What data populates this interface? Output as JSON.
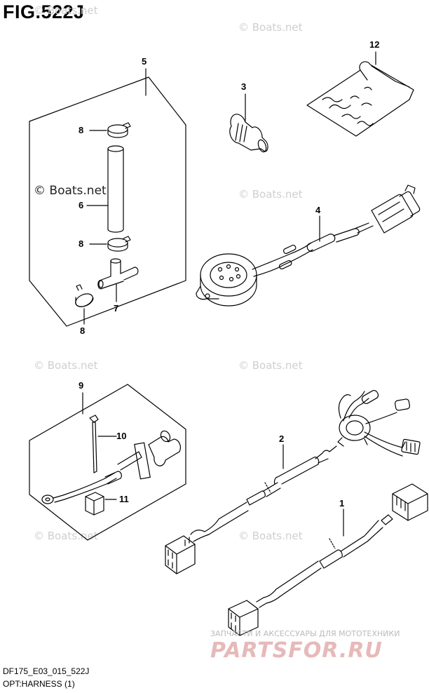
{
  "title": "FIG.522J",
  "watermark": "© Boats.net",
  "callouts": [
    "1",
    "2",
    "3",
    "4",
    "5",
    "6",
    "7",
    "8",
    "9",
    "10",
    "11",
    "12"
  ],
  "footer": {
    "code": "DF175_E03_015_522J",
    "name": "OPT:HARNESS (1)"
  },
  "shop": {
    "tagline": "ЗАПЧАСТИ И АКСЕССУАРЫ ДЛЯ МОТОТЕХНИКИ",
    "logo": "PARTSFOR.RU"
  }
}
